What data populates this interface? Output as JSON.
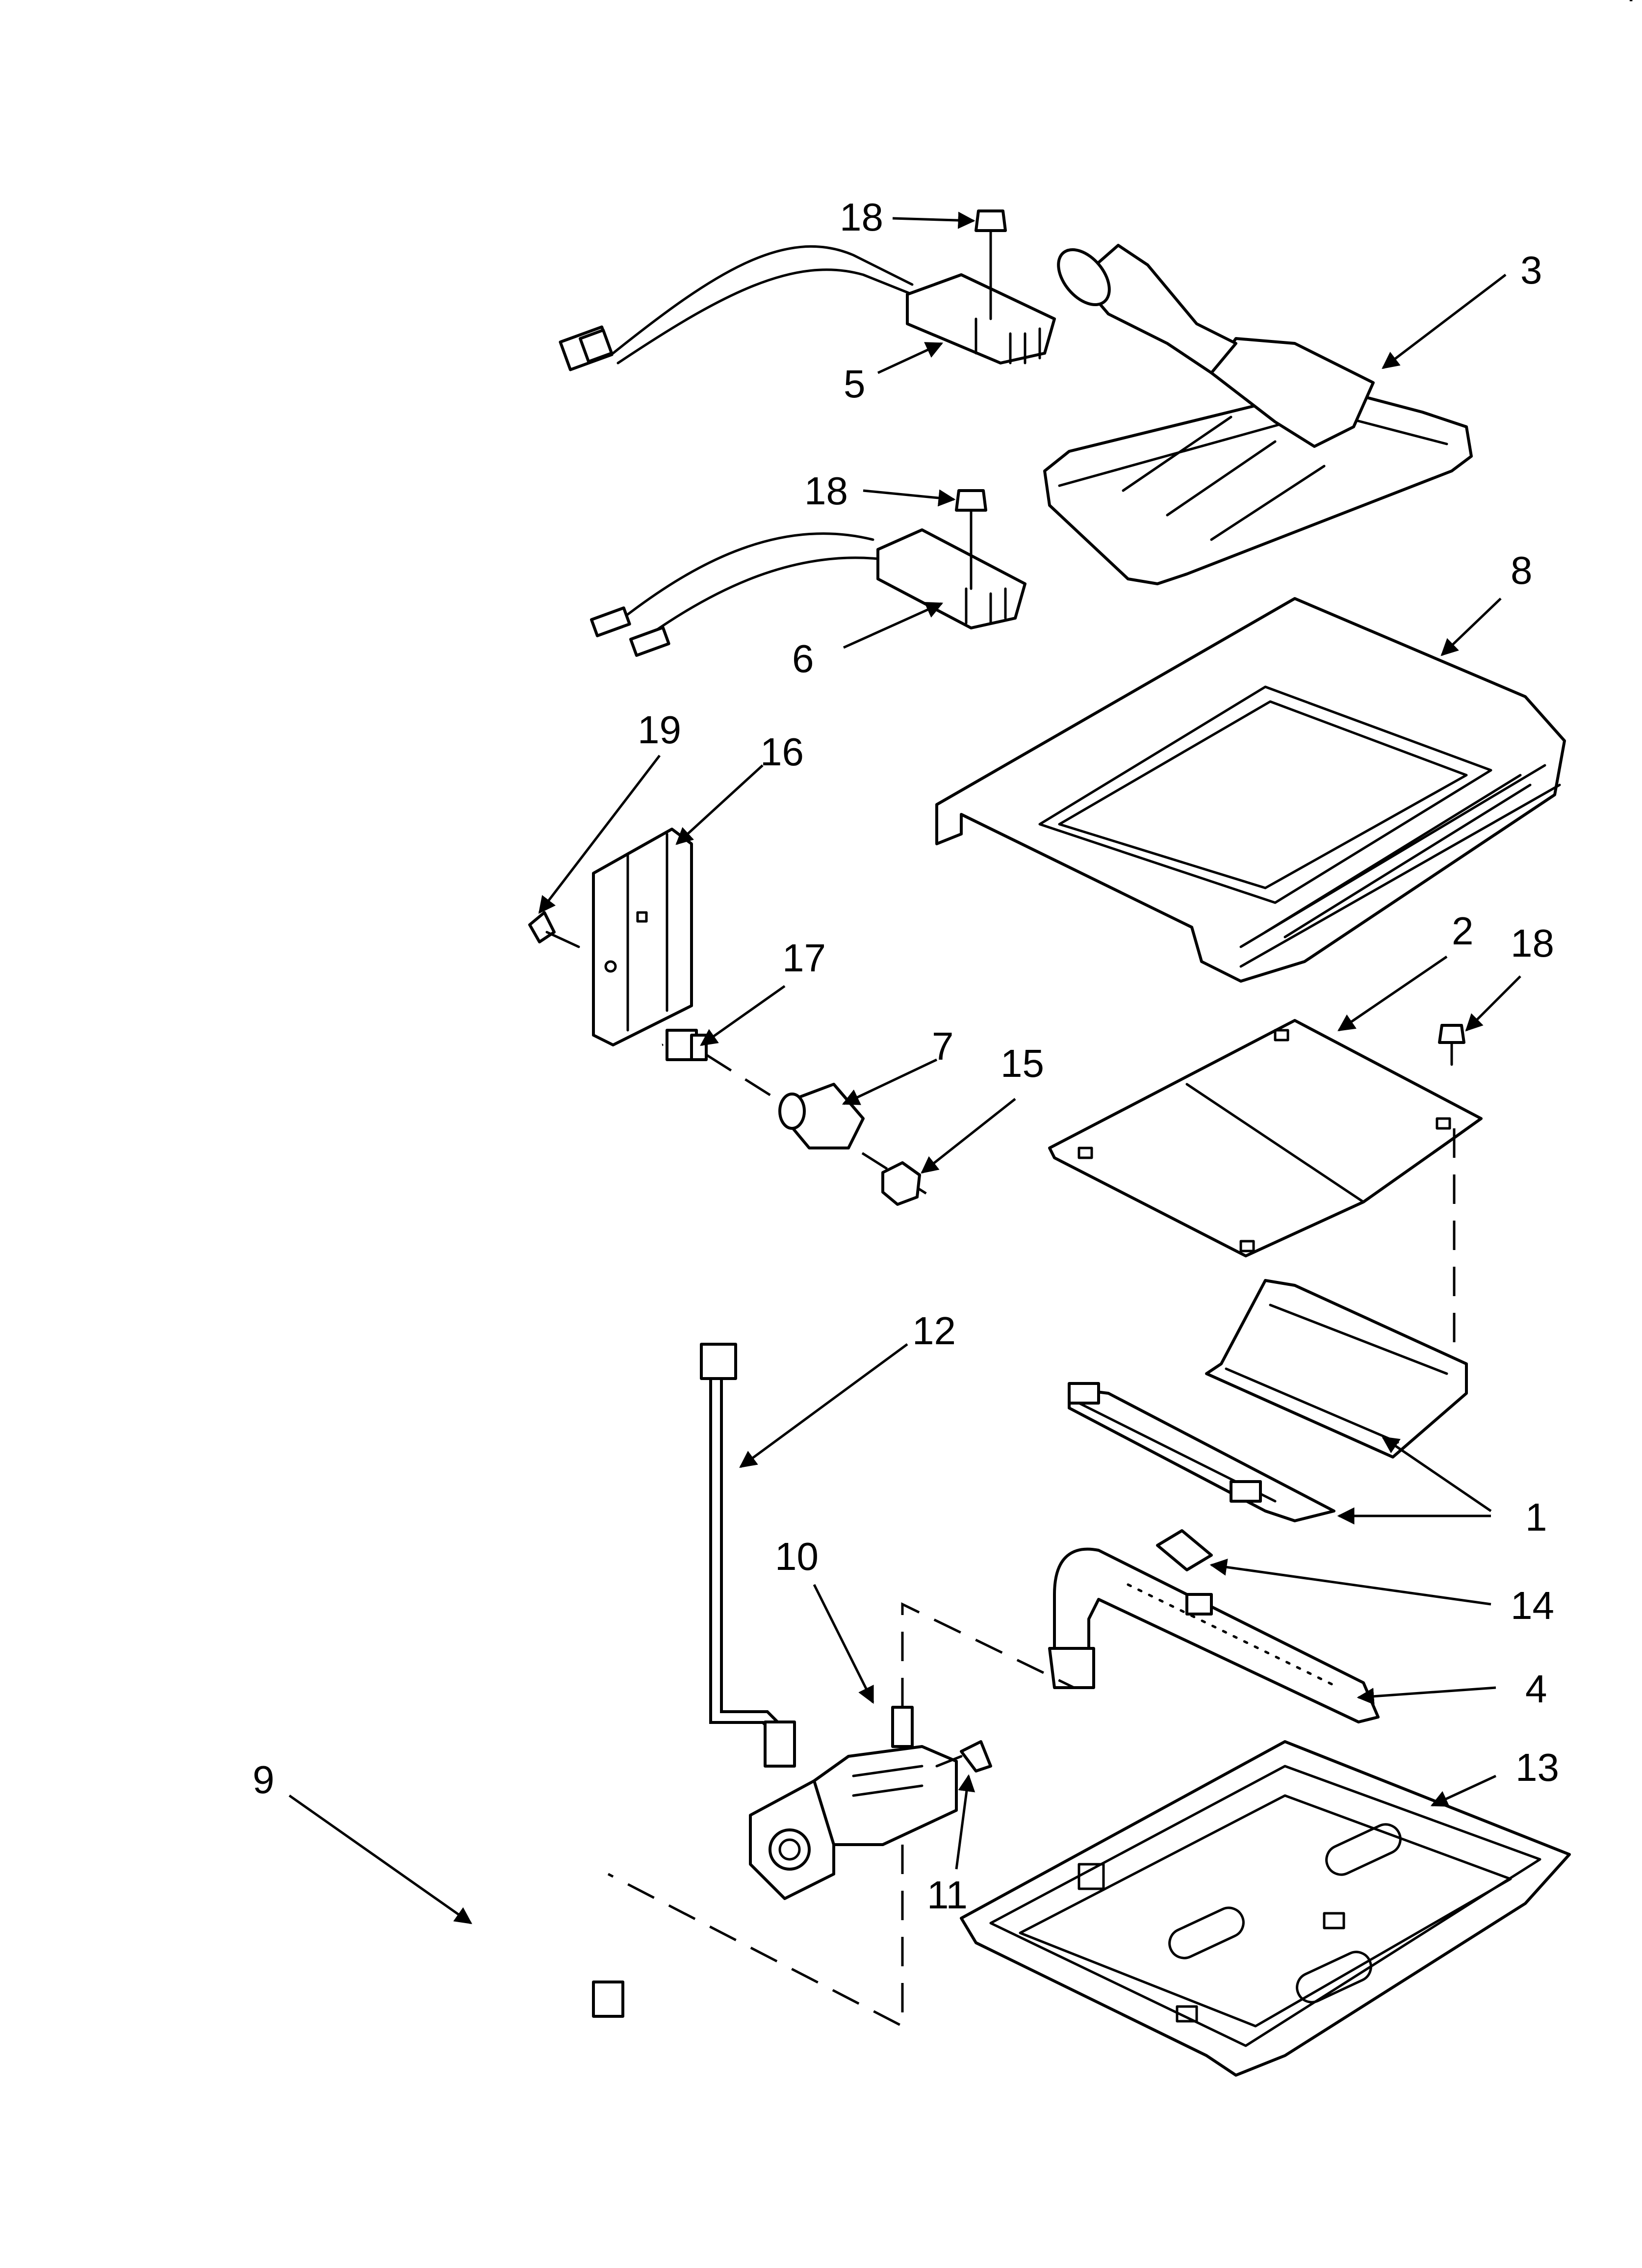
{
  "callouts": {
    "c1": "1",
    "c2": "2",
    "c3": "3",
    "c4": "4",
    "c5": "5",
    "c6": "6",
    "c7": "7",
    "c8": "8",
    "c9": "9",
    "c10": "10",
    "c11": "11",
    "c12": "12",
    "c13": "13",
    "c14": "14",
    "c15": "15",
    "c16": "16",
    "c17": "17",
    "c18a": "18",
    "c18b": "18",
    "c18c": "18",
    "c19": "19"
  },
  "corner_mark": "'"
}
